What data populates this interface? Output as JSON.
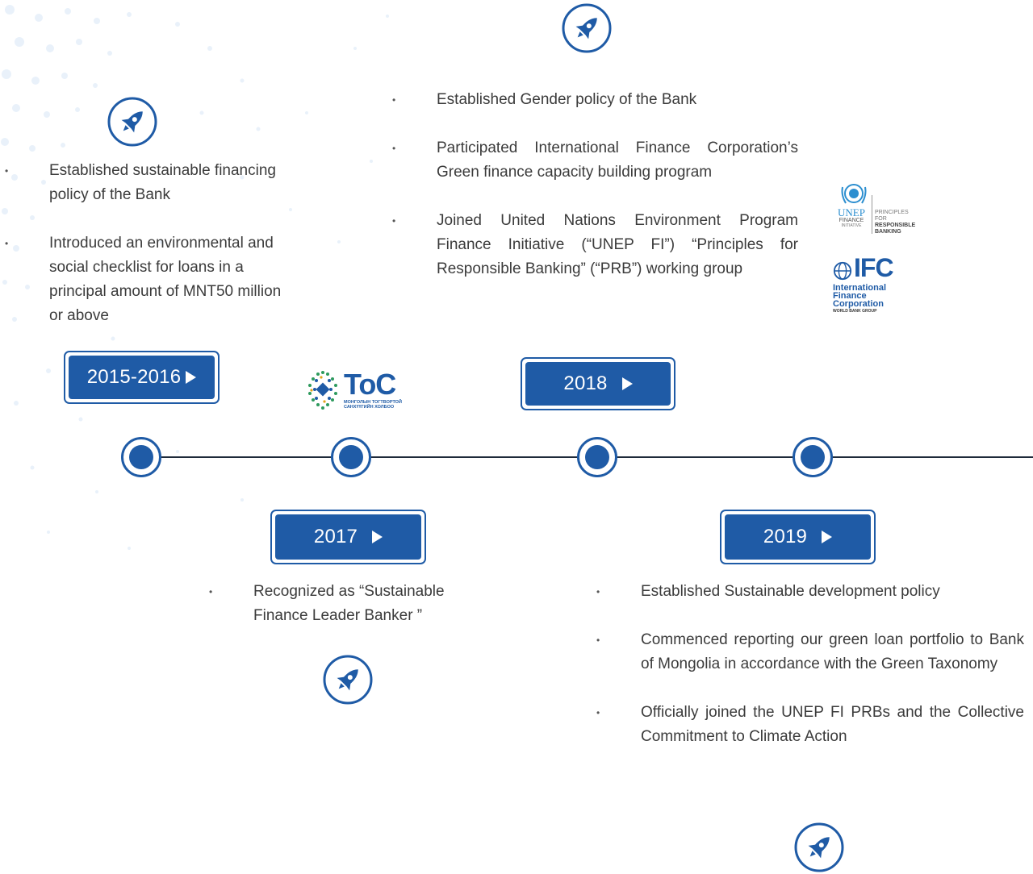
{
  "timeline": {
    "p2015": {
      "year": "2015-2016",
      "items": [
        "Established sustainable financing policy of the Bank",
        "Introduced an environmental and social checklist for loans in a principal amount of MNT50 million or above"
      ]
    },
    "p2017": {
      "year": "2017",
      "items": [
        "Recognized as “Sustainable Finance Leader Banker ”"
      ]
    },
    "p2018": {
      "year": "2018",
      "items": [
        "Established Gender policy of the Bank",
        "Participated International Finance Corporation’s Green finance capacity building program",
        "Joined United Nations Environment Program Finance Initiative (“UNEP FI”) “Principles for Responsible Banking” (“PRB”) working group"
      ]
    },
    "p2019": {
      "year": "2019",
      "items": [
        "Established Sustainable development policy",
        "Commenced reporting our green loan portfolio to Bank of Mongolia in accordance with the Green Taxonomy",
        "Officially joined the UNEP FI PRBs and the Collective Commitment to Climate Action"
      ]
    }
  },
  "logos": {
    "toc": {
      "name": "ToC",
      "subtitle_line1": "МОНГОЛЫН ТОГТВОРТОЙ",
      "subtitle_line2": "САНХҮҮГИЙН ХОЛБОО"
    },
    "unep": {
      "line1": "UNEP",
      "line2": "FINANCE",
      "line3": "INITIATIVE",
      "prb1": "PRINCIPLES FOR",
      "prb2": "RESPONSIBLE",
      "prb3": "BANKING"
    },
    "ifc": {
      "mark": "IFC",
      "line1": "International",
      "line2": "Finance",
      "line3": "Corporation",
      "line4": "WORLD BANK GROUP"
    }
  },
  "colors": {
    "accent": "#1f5ba6",
    "text": "#3b3b3b",
    "line": "#1e2a3a",
    "dots": "#eef4fb"
  },
  "icons": [
    "rocket-icon",
    "play-triangle-icon",
    "timeline-node-icon"
  ]
}
